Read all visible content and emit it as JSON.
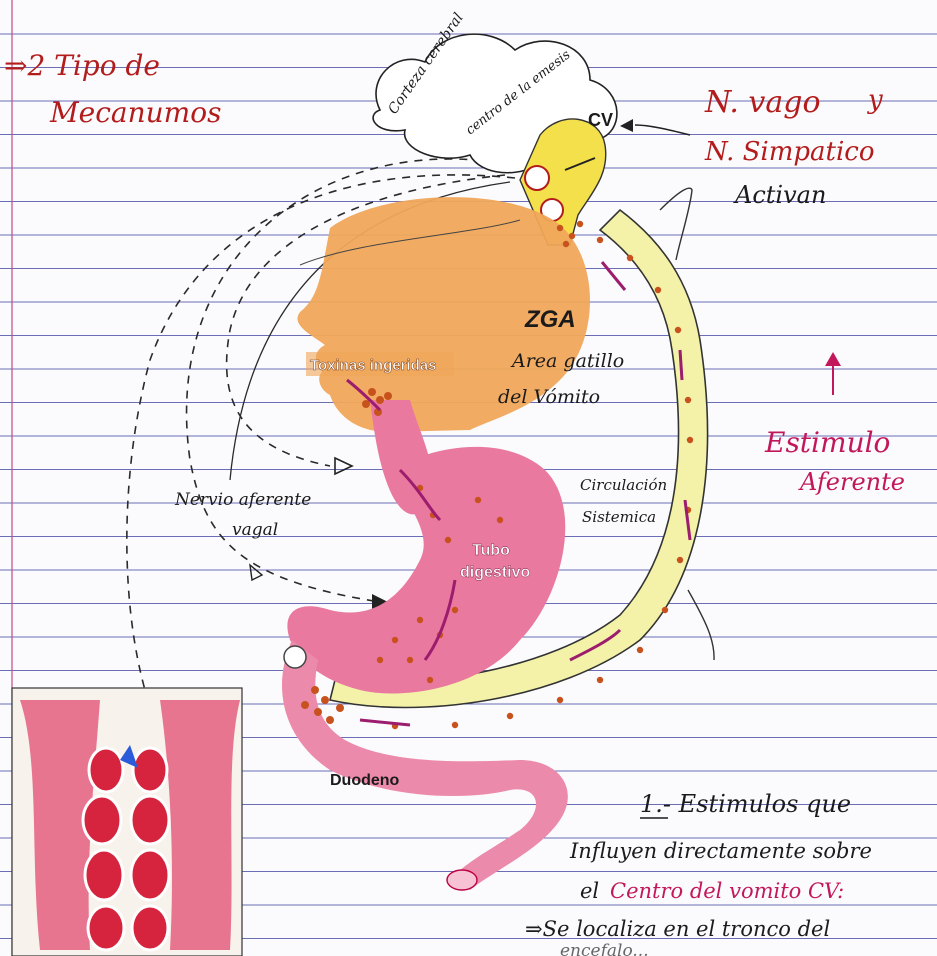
{
  "colors": {
    "paper": "#fbfbfd",
    "rule": "#3b3f9e",
    "margin": "#c34a88",
    "ink_red": "#b31c1c",
    "ink_dark": "#1b1b1b",
    "ink_magenta": "#c2185b",
    "head": "#f0a75a",
    "gut": "#e9799e",
    "vessel": "#f3f2a8",
    "brain": "#f3e04a",
    "dot": "#c8521d"
  },
  "header": {
    "line1": "⇒2 Tipo de",
    "line2": "Mecanumos"
  },
  "cloud": {
    "text_a": "Corteza cerebral",
    "text_b": "centro de la emesis",
    "cv": "CV"
  },
  "right_notes": {
    "vago": "N. vago",
    "y": "y",
    "simpatico": "N. Simpatico",
    "activan": "Activan",
    "estimulo": "Estimulo",
    "aferente": "Aferente"
  },
  "labels": {
    "toxinas": "Toxinas ingeridas",
    "zga": "ZGA",
    "area1": "Area gatillo",
    "area2": "del Vómito",
    "circ1": "Circulación",
    "circ2": "Sistemica",
    "tubo1": "Tubo",
    "tubo2": "digestivo",
    "nervio1": "Nervio aferente",
    "nervio2": "vagal",
    "duodeno": "Duodeno"
  },
  "bottom_note": {
    "line1": "1.- Estimulos que",
    "line2": "Influyen directamente sobre",
    "line3a": "el",
    "line3b": "Centro del vomito CV:",
    "line4": "⇒Se localiza en el tronco del",
    "line5": "encefalo..."
  }
}
